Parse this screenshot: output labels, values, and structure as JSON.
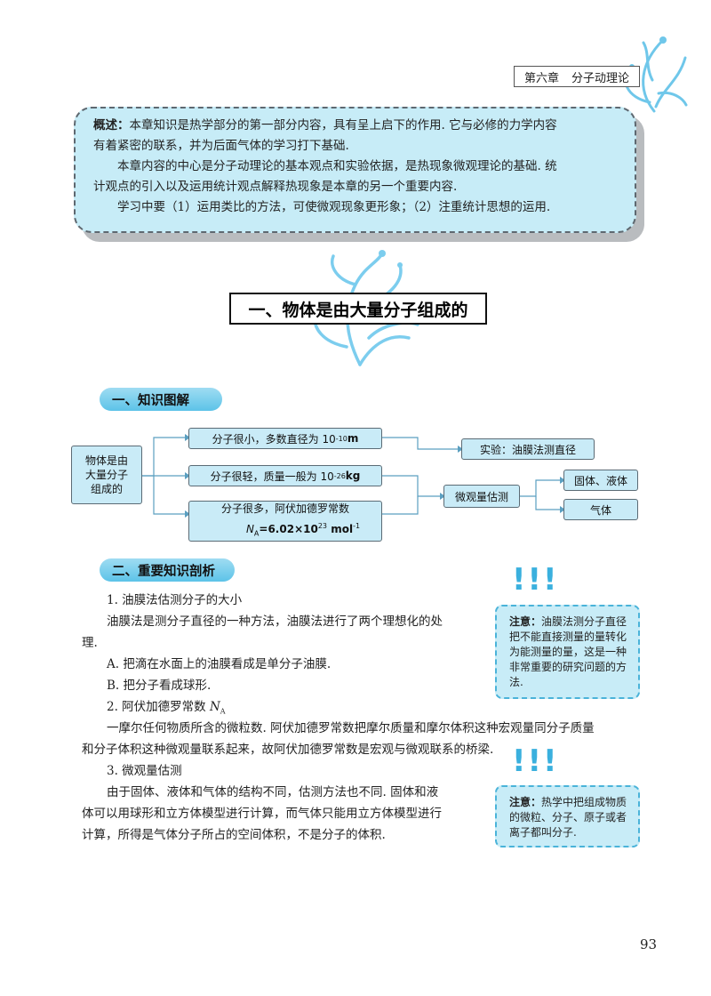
{
  "header": {
    "chapter": "第六章",
    "title": "分子动理论"
  },
  "overview": {
    "lead": "概述：",
    "p1": "本章知识是热学部分的第一部分内容，具有呈上启下的作用. 它与必修的力学内容",
    "p1b": "有着紧密的联系，并为后面气体的学习打下基础.",
    "p2": "本章内容的中心是分子动理论的基本观点和实验依据，是热现象微观理论的基础. 统",
    "p2b": "计观点的引入以及运用统计观点解释热现象是本章的另一个重要内容.",
    "p3": "学习中要（1）运用类比的方法，可使微观现象更形象；（2）注重统计思想的运用."
  },
  "section_title": "一、物体是由大量分子组成的",
  "sub1": "一、知识图解",
  "sub2": "二、重要知识剖析",
  "diagram": {
    "root": [
      "物体是由",
      "大量分子",
      "组成的"
    ],
    "small": "分子很小，多数直径为 10",
    "small_exp": "-10",
    "small_unit": " m",
    "light": "分子很轻，质量一般为 10",
    "light_exp": "-26",
    "light_unit": " kg",
    "many1": "分子很多，阿伏加德罗常数",
    "many2_n": "N",
    "many2_sub": "A",
    "many2_val": "=6.02×10",
    "many2_exp": "23",
    "many2_unit": " mol",
    "many2_unit_exp": "-1",
    "experiment": "实验：油膜法测直径",
    "estimate": "微观量估测",
    "solid_liquid": "固体、液体",
    "gas": "气体"
  },
  "body": {
    "h1": "1. 油膜法估测分子的大小",
    "l1": "油膜法是测分子直径的一种方法，油膜法进行了两个理想化的处",
    "l1b": "理.",
    "a": "A. 把滴在水面上的油膜看成是单分子油膜.",
    "b": "B. 把分子看成球形.",
    "h2": "2. 阿伏加德罗常数 ",
    "h2_n": "N",
    "h2_sub": "A",
    "l2": "一摩尔任何物质所含的微粒数. 阿伏加德罗常数把摩尔质量和摩尔体积这种宏观量同分子质量",
    "l2b": "和分子体积这种微观量联系起来，故阿伏加德罗常数是宏观与微观联系的桥梁.",
    "h3": "3. 微观量估测",
    "l3": "由于固体、液体和气体的结构不同，估测方法也不同. 固体和液",
    "l3b": "体可以用球形和立方体模型进行计算，而气体只能用立方体模型进行",
    "l3c": "计算，所得是气体分子所占的空间体积，不是分子的体积."
  },
  "note1": {
    "lead": "注意：",
    "text": "油膜法测分子直径把不能直接测量的量转化为能测量的量，这是一种非常重要的研究问题的方法."
  },
  "note2": {
    "lead": "注意：",
    "text": "热学中把组成物质的微粒、分子、原子或者离子都叫分子."
  },
  "bang": "!!!",
  "page_number": "93"
}
